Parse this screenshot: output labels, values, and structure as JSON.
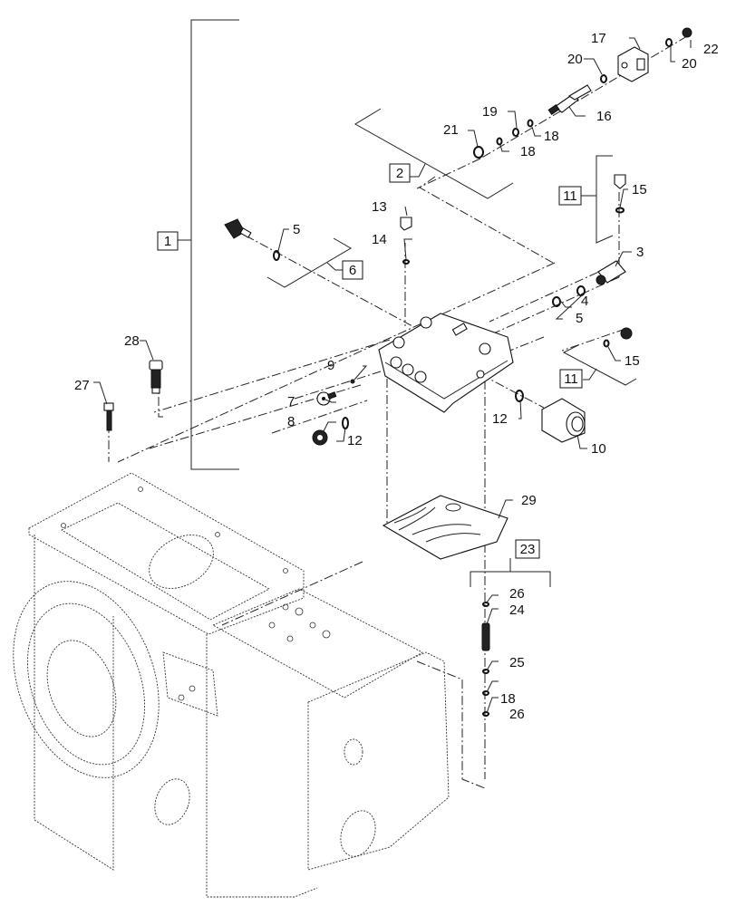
{
  "diagram": {
    "title": "Transmission housing – hydraulic control valve assembly (exploded view)",
    "callouts": [
      {
        "id": "c3",
        "label": "3",
        "part": "solenoid-cartridge"
      },
      {
        "id": "c4",
        "label": "4",
        "part": "o-ring"
      },
      {
        "id": "c5a",
        "label": "5",
        "part": "o-ring"
      },
      {
        "id": "c5b",
        "label": "5",
        "part": "o-ring"
      },
      {
        "id": "c7",
        "label": "7",
        "part": "plug"
      },
      {
        "id": "c8",
        "label": "8",
        "part": "plug"
      },
      {
        "id": "c9",
        "label": "9",
        "part": "o-ring"
      },
      {
        "id": "c10",
        "label": "10",
        "part": "solenoid-coil"
      },
      {
        "id": "c12a",
        "label": "12",
        "part": "o-ring"
      },
      {
        "id": "c12b",
        "label": "12",
        "part": "o-ring"
      },
      {
        "id": "c13",
        "label": "13",
        "part": "plug"
      },
      {
        "id": "c14",
        "label": "14",
        "part": "o-ring"
      },
      {
        "id": "c15a",
        "label": "15",
        "part": "o-ring"
      },
      {
        "id": "c15b",
        "label": "15",
        "part": "o-ring"
      },
      {
        "id": "c16",
        "label": "16",
        "part": "solenoid-valve"
      },
      {
        "id": "c17",
        "label": "17",
        "part": "solenoid-coil"
      },
      {
        "id": "c18a",
        "label": "18",
        "part": "o-ring"
      },
      {
        "id": "c18b",
        "label": "18",
        "part": "o-ring"
      },
      {
        "id": "c18c",
        "label": "18",
        "part": "o-ring"
      },
      {
        "id": "c19",
        "label": "19",
        "part": "backup-ring"
      },
      {
        "id": "c20a",
        "label": "20",
        "part": "o-ring"
      },
      {
        "id": "c20b",
        "label": "20",
        "part": "o-ring"
      },
      {
        "id": "c21",
        "label": "21",
        "part": "o-ring"
      },
      {
        "id": "c22",
        "label": "22",
        "part": "nut"
      },
      {
        "id": "c24",
        "label": "24",
        "part": "tube"
      },
      {
        "id": "c25",
        "label": "25",
        "part": "o-ring"
      },
      {
        "id": "c26a",
        "label": "26",
        "part": "o-ring"
      },
      {
        "id": "c26b",
        "label": "26",
        "part": "o-ring"
      },
      {
        "id": "c27",
        "label": "27",
        "part": "bolt"
      },
      {
        "id": "c28",
        "label": "28",
        "part": "pressure-sensor"
      },
      {
        "id": "c29",
        "label": "29",
        "part": "gasket"
      }
    ],
    "kit_boxes": [
      {
        "id": "k1",
        "label": "1"
      },
      {
        "id": "k2",
        "label": "2"
      },
      {
        "id": "k6",
        "label": "6"
      },
      {
        "id": "k11a",
        "label": "11"
      },
      {
        "id": "k11b",
        "label": "11"
      },
      {
        "id": "k23",
        "label": "23"
      }
    ]
  }
}
